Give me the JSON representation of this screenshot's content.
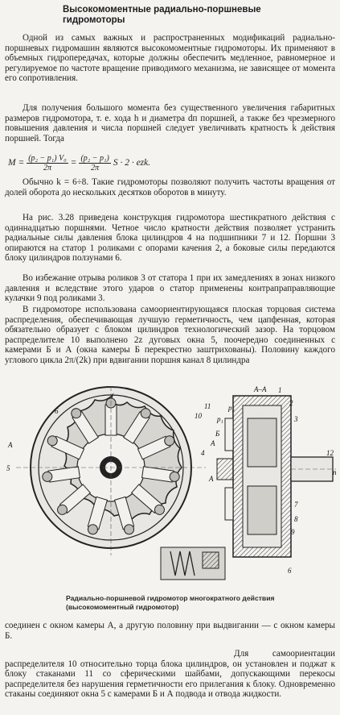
{
  "heading": "Высокомоментные радиально-поршневые гидромоторы",
  "paragraphs": {
    "p1": "Одной из самых важных и распространенных модификаций радиально-поршневых гидромашин являются высокомоментные гидромоторы. Их применяют в объемных гидропередачах, которые должны обеспечить медленное, равномерное и регулируемое по частоте вращение приводимого механизма, не зависящее от момента его сопротивления.",
    "p2": "Для получения большого момента без существенного увеличения габаритных размеров гидромотора, т. е. хода h и диаметра dп поршней, а также без чрезмерного повышения давления и числа поршней следует увеличивать кратность k действия поршней. Тогда",
    "p3": "Обычно k = 6÷8. Такие гидромоторы позволяют получить частоты вращения от долей оборота до нескольких десятков оборотов в минуту.",
    "p4": "На рис. 3.28 приведена конструкция гидромотора шестикратного действия с одиннадцатью поршнями. Четное число кратности действия позволяет устранить радиальные силы давления блока цилиндров 4 на подшипники 7 и 12. Поршни 3 опираются на статор 1 роликами с опорами качения 2, а боковые силы передаются блоку цилиндров ползунами 6.",
    "p5": "Во избежание отрыва роликов 3 от статора 1 при их замедлениях в зонах низкого давления и вследствие этого ударов о статор применены контрапраправляющие кулачки 9 под роликами 3.",
    "p6": "В гидромоторе использована самоориентирующаяся плоская торцовая система распределения, обеспечивающая лучшую герметичность, чем цапфенная, которая обязательно образует с блоком цилиндров технологический зазор. На торцовом распределителе 10 выполнено 2z дуговых окна 5, поочередно соединенных с камерами Б и А (окна камеры Б перекрестно заштрихованы). Половину каждого углового цикла 2π/(2k) при вдвигании поршня канал 8 цилиндра",
    "p7": "соединен с окном камеры А, а другую половину при выдвигании — с окном камеры Б.",
    "p8": "Для самоориентации распределителя 10 относительно торца блока цилиндров, он установлен и поджат к блоку стаканами 11 со сферическими шайбами, допускающими перекосы распределителя без нарушения герметичности его прилегания к блоку. Одновременно стаканы соединяют окна 5 с камерами Б и А подвода и отвода жидкости."
  },
  "formula": {
    "lhs": "M =",
    "frac1_num": "(p₂ − p₁) V₀",
    "frac1_den": "2π",
    "eq2": "=",
    "frac2_num": "(p₂ − p₁)",
    "frac2_den": "2π",
    "tail": "S · 2 · ezk."
  },
  "caption": "Радиально-поршневой гидромотор многократного действия (высокомоментный гидромотор)",
  "figure_labels": {
    "section": "А–А",
    "arrow_a": "А",
    "arrow_a2": "А",
    "n1": "1",
    "n2": "2",
    "n3": "3",
    "n4": "4",
    "n5": "5",
    "n6": "6",
    "n7": "7",
    "n8": "8",
    "n9": "9",
    "n10": "10",
    "n11": "11",
    "n12": "12",
    "p1": "p₁",
    "p2": "p₂",
    "B": "Б",
    "Acham": "А",
    "n_shaft": "n"
  }
}
